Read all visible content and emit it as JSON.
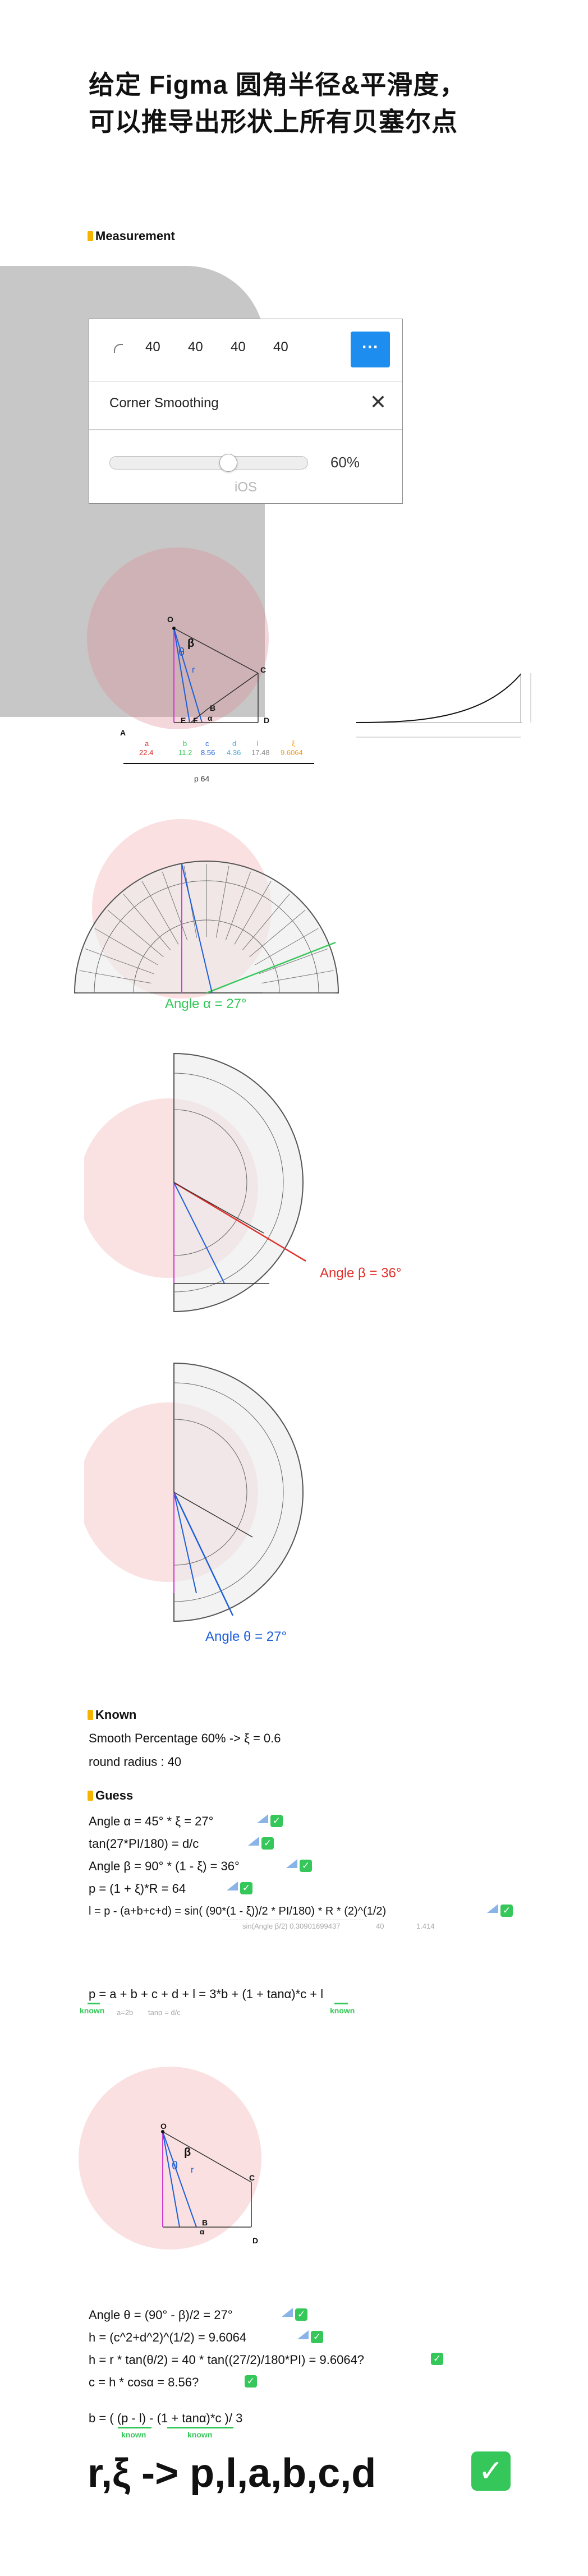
{
  "title": "给定 Figma 圆角半径&平滑度，\n可以推导出形状上所有贝塞尔点",
  "sections": {
    "measurement": "Measurement",
    "known": "Known",
    "guess": "Guess"
  },
  "panel": {
    "radius_values": [
      "40",
      "40",
      "40",
      "40"
    ],
    "more_label": "···",
    "header": "Corner Smoothing",
    "close": "✕",
    "smoothing_percent": "60%",
    "smoothing_fraction": 0.6,
    "preset": "iOS"
  },
  "diagram1": {
    "labels": [
      "O",
      "β",
      "θ",
      "r",
      "C",
      "B",
      "A",
      "α",
      "E",
      "F",
      "D",
      "A"
    ],
    "measure_labels": [
      "a",
      "b",
      "c",
      "d",
      "l",
      "ξ"
    ],
    "measure_values": [
      "22.4",
      "11.2",
      "8.56",
      "4.36",
      "17.48",
      "9.6064"
    ],
    "page_note": "p 64"
  },
  "angles": {
    "alpha": "Angle α = 27°",
    "beta": "Angle β = 36°",
    "theta": "Angle θ = 27°"
  },
  "known": {
    "line1": "Smooth Percentage 60% -> ξ = 0.6",
    "line2": "round radius : 40"
  },
  "guess": {
    "line1": "Angle α = 45° * ξ = 27°",
    "line2": "tan(27*PI/180) = d/c",
    "line3": "Angle β = 90° * (1 - ξ) = 36°",
    "line4": "p = (1 + ξ)*R = 64",
    "line5": "l = p - (a+b+c+d) = sin( (90*(1 - ξ))/2 * PI/180) * R * (2)^(1/2)",
    "line5_sub1": "sin(Angle β/2) 0.30901699437",
    "line5_sub2": "40",
    "line5_sub3": "1.414",
    "line6": "p = a + b + c + d + l = 3*b + (1 + tanα)*c + l",
    "line6_known1": "known",
    "line6_sub1": "a=2b",
    "line6_sub2": "tanα = d/c",
    "line6_known2": "known"
  },
  "derive": {
    "line1": "Angle θ = (90° - β)/2 = 27°",
    "line2": "h = (c^2+d^2)^(1/2) = 9.6064",
    "line3": "h = r * tan(θ/2) = 40 * tan((27/2)/180*PI) = 9.6064?",
    "line4": "c = h * cosα = 8.56?",
    "line5": "b = ( (p - l) - (1 + tanα)*c )/ 3",
    "known1": "known",
    "known2": "known"
  },
  "final": "r,ξ -> p,l,a,b,c,d",
  "final_check": "✓",
  "check_glyph": "✓",
  "colors": {
    "blue": "#1d8ef0",
    "green": "#35c759",
    "pink_fill": "#f6c6c8",
    "magenta": "#d03cd0",
    "red": "#e0302b",
    "orange": "#f0a020"
  }
}
